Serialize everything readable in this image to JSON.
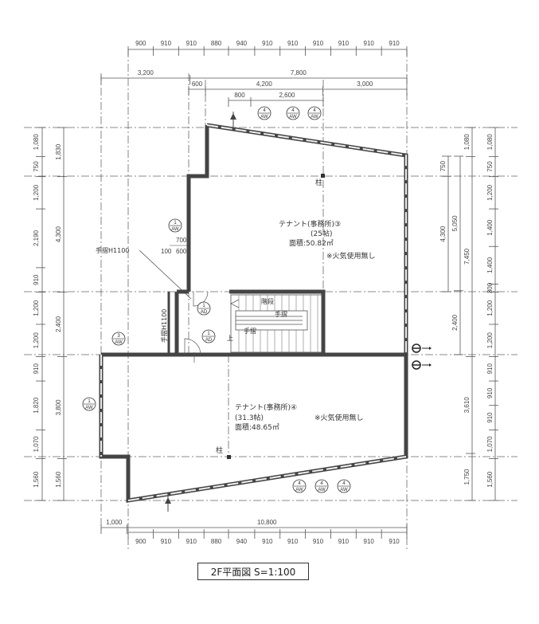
{
  "title": "2F平面図 S=1:100",
  "dims": {
    "top_row": [
      "900",
      "910",
      "910",
      "880",
      "940",
      "910",
      "910",
      "910",
      "910",
      "910",
      "910"
    ],
    "bottom_row": [
      "900",
      "910",
      "910",
      "880",
      "940",
      "910",
      "910",
      "910",
      "910",
      "910",
      "910"
    ],
    "top_overall": [
      "3,200",
      "7,800"
    ],
    "top_mid": [
      "600",
      "4,200",
      "3,000"
    ],
    "top_inner": [
      "800",
      "2,600"
    ],
    "bottom_overall": [
      "1,000",
      "10,800"
    ],
    "left_outer": [
      "1,080",
      "750",
      "1,200",
      "2,190",
      "910",
      "1,200",
      "1,200",
      "910",
      "1,820",
      "1,070",
      "1,560"
    ],
    "left_inner": [
      "1,830",
      "4,300",
      "2,400",
      "3,800",
      "1,560"
    ],
    "right_a": [
      "750",
      "4,300"
    ],
    "right_b": [
      "5,050",
      "2,400"
    ],
    "right_c": [
      "1,080",
      "7,450",
      "3,610",
      "1,750"
    ],
    "right_outer": [
      "1,080",
      "750",
      "1,200",
      "1,400",
      "1,400",
      "300",
      "1,200",
      "1,200",
      "910",
      "910",
      "910",
      "1,070",
      "1,560"
    ],
    "stair_small": [
      "700",
      "100",
      "600"
    ]
  },
  "rooms": {
    "upper": {
      "name": "テナント(事務所)③",
      "size": "(25帖)",
      "area": "面積:50.82㎡",
      "note": "※火気使用無し"
    },
    "lower": {
      "name": "テナント(事務所)④",
      "size": "(31.3帖)",
      "area": "面積:48.65㎡",
      "note": "※火気使用無し"
    }
  },
  "labels": {
    "column": "柱",
    "stairs": "階段",
    "handrail": "手摺",
    "up": "上",
    "handrail_h1": "手摺H1100",
    "handrail_h2": "手摺H1100"
  },
  "markers": [
    {
      "num": "4",
      "code": "AW"
    },
    {
      "num": "4",
      "code": "AW"
    },
    {
      "num": "4",
      "code": "AW"
    },
    {
      "num": "1",
      "code": "AW"
    },
    {
      "num": "3",
      "code": "AW"
    },
    {
      "num": "1",
      "code": "AW"
    },
    {
      "num": "1",
      "code": "AD"
    },
    {
      "num": "1",
      "code": "AD"
    },
    {
      "num": "4",
      "code": "AW"
    },
    {
      "num": "4",
      "code": "AW"
    },
    {
      "num": "4",
      "code": "AW"
    }
  ]
}
